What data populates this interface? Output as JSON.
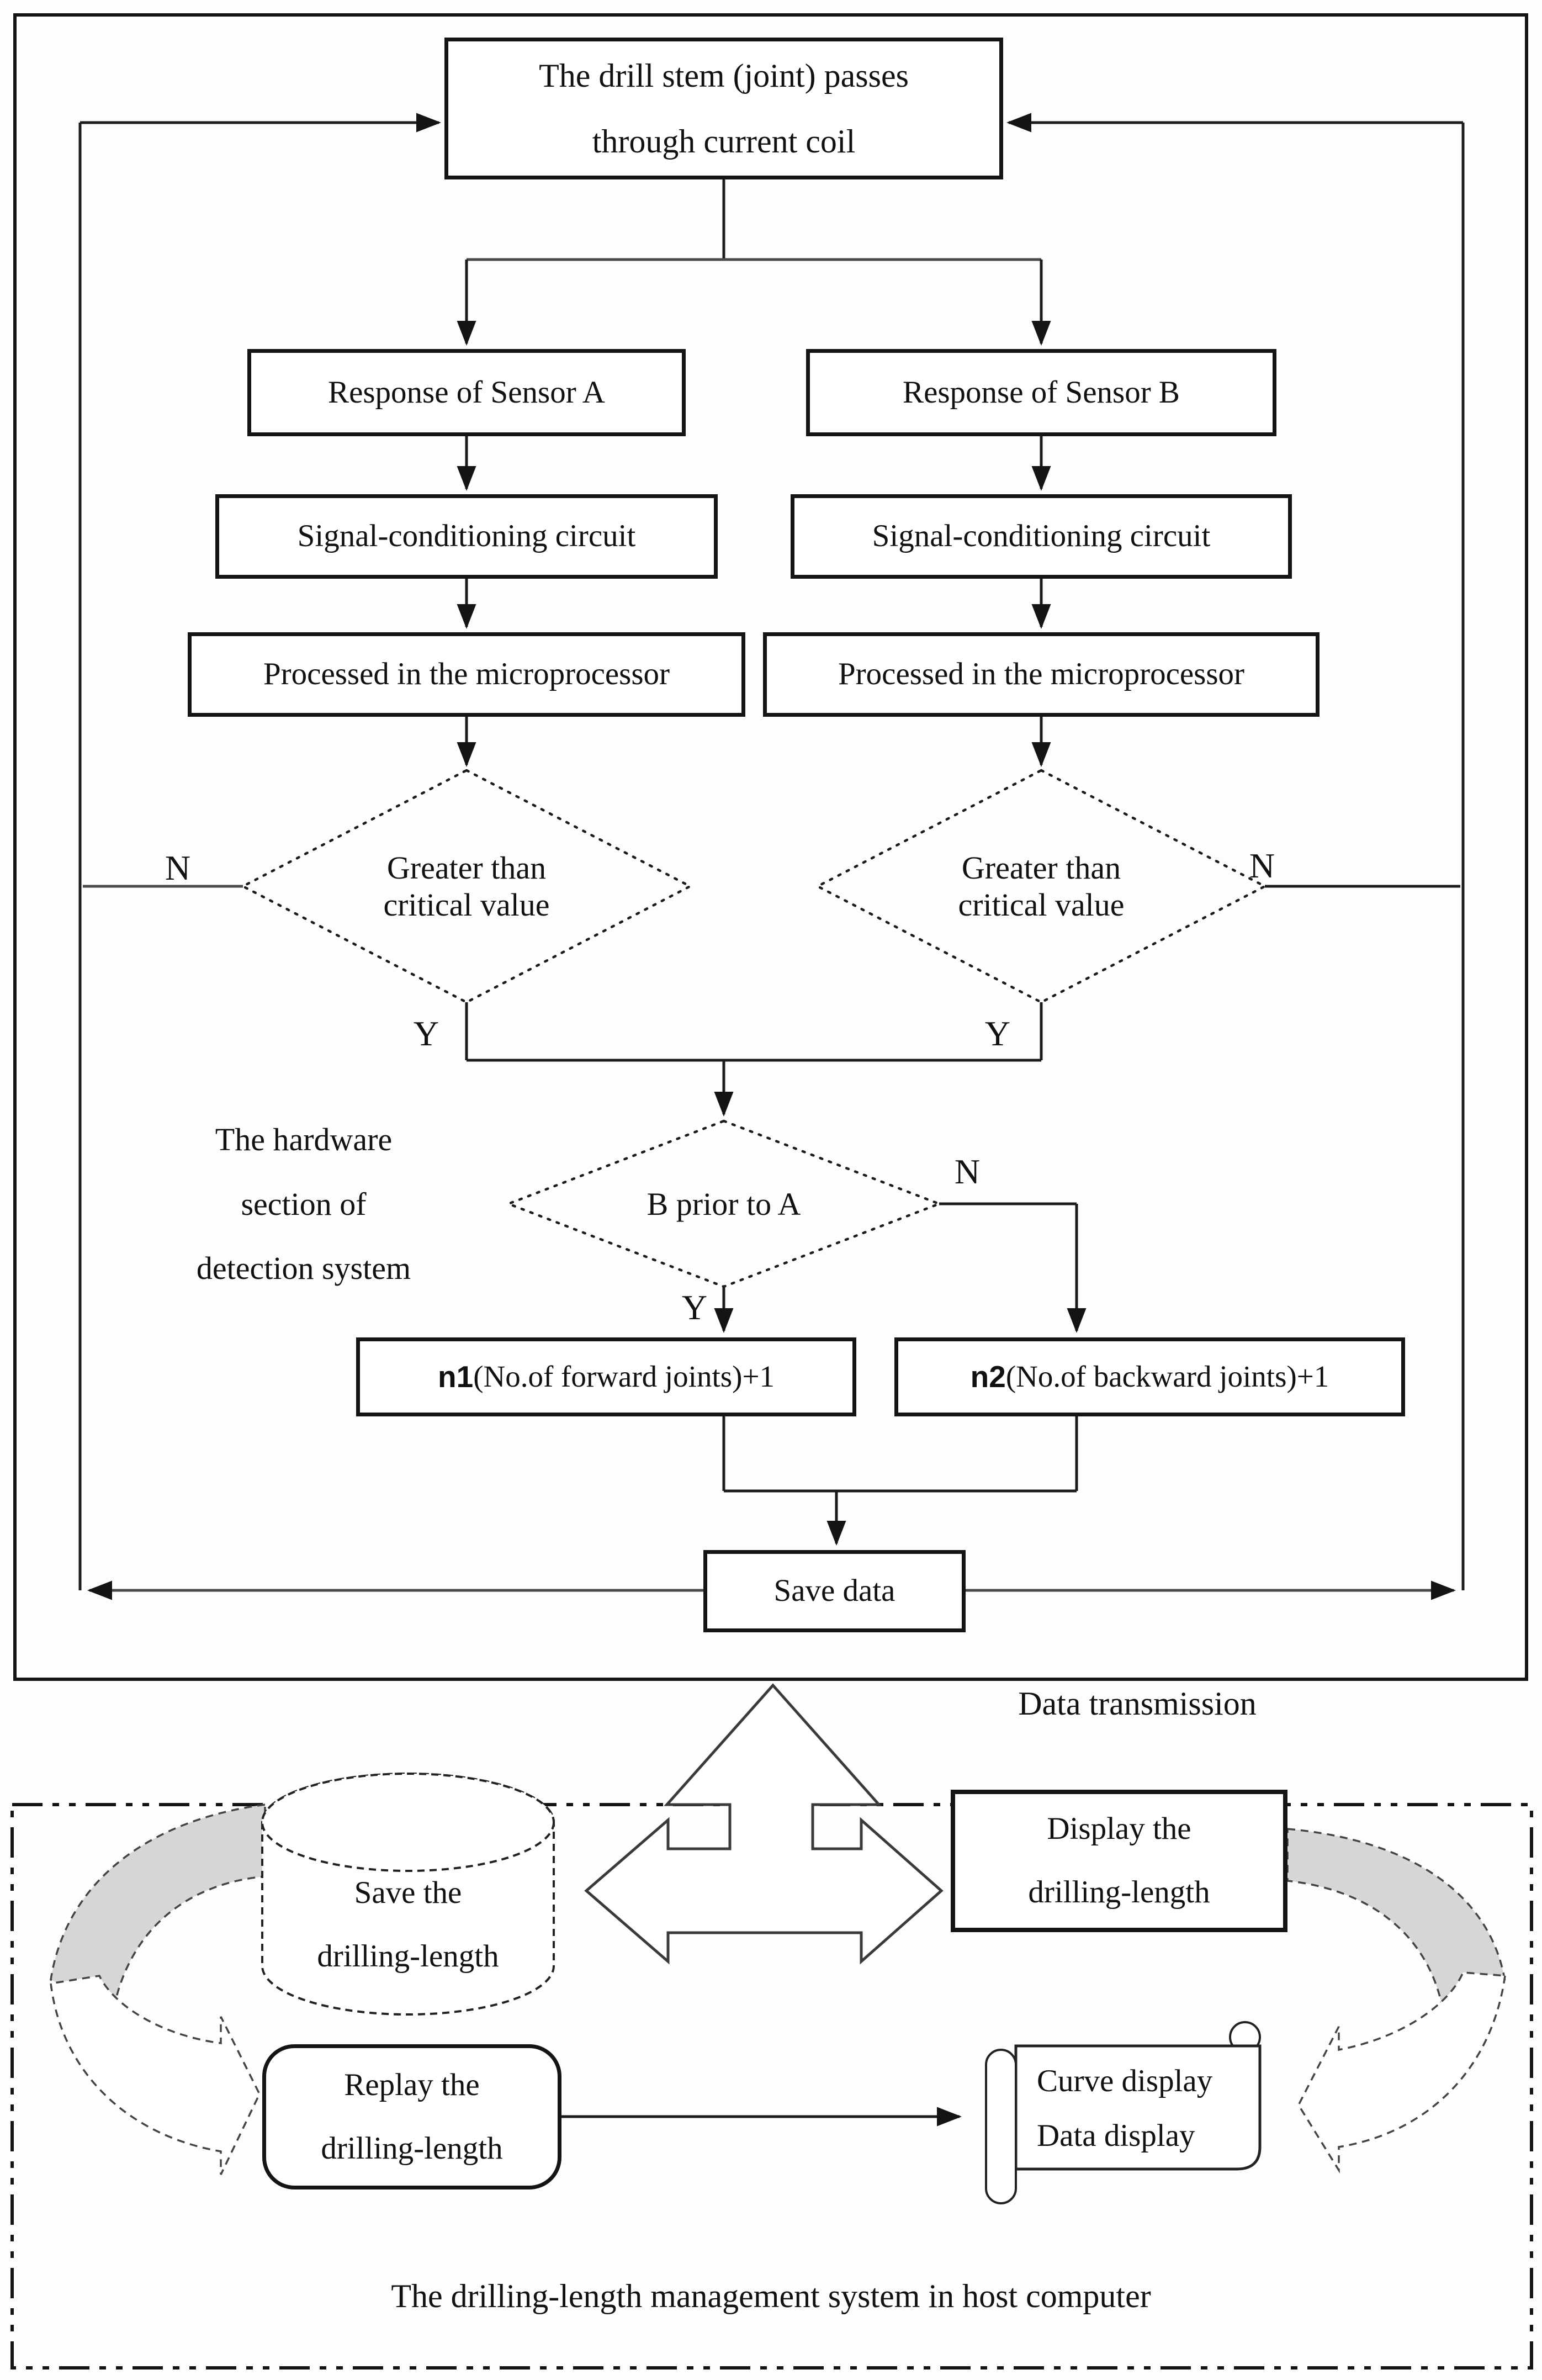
{
  "diagram": {
    "top_box": {
      "line1": "The drill stem (joint) passes",
      "line2": "through current coil"
    },
    "sensor_a": "Response of Sensor A",
    "sensor_b": "Response of Sensor B",
    "signal_a": "Signal-conditioning circuit",
    "signal_b": "Signal-conditioning circuit",
    "proc_a": "Processed in the microprocessor",
    "proc_b": "Processed in the microprocessor",
    "decision_a": {
      "line1": "Greater than",
      "line2": "critical value"
    },
    "decision_b": {
      "line1": "Greater than",
      "line2": "critical value"
    },
    "decision_priority": "B prior to A",
    "labels": {
      "yes": "Y",
      "no": "N"
    },
    "n1_box": {
      "prefix": "n1",
      "rest": " (No.of forward joints)+1"
    },
    "n2_box": {
      "prefix": "n2",
      "rest": " (No.of backward joints)+1"
    },
    "save_data": "Save data",
    "hardware_label": {
      "line1": "The hardware",
      "line2": "section of",
      "line3": "detection system"
    },
    "data_transmission": "Data transmission",
    "cylinder": {
      "line1": "Save the",
      "line2": "drilling-length"
    },
    "display_box": {
      "line1": "Display the",
      "line2": "drilling-length"
    },
    "replay_box": {
      "line1": "Replay the",
      "line2": "drilling-length"
    },
    "scroll": {
      "line1": "Curve display",
      "line2": "Data display"
    },
    "caption": "The drilling-length management system in host computer",
    "colors": {
      "line": "#1b1b1b",
      "ribbon": "#d6d6d6",
      "background": "#fdfdfd"
    }
  }
}
